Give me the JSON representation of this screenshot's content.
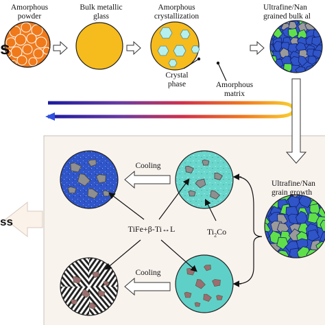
{
  "stages_top": [
    {
      "label_line1": "Amorphous",
      "label_line2": "powder"
    },
    {
      "label_line1": "Bulk metallic",
      "label_line2": "glass"
    },
    {
      "label_line1": "Amorphous",
      "label_line2": "crystallization"
    },
    {
      "label_line1": "Ultrafine/Nan",
      "label_line2": "grained bulk al"
    }
  ],
  "edge_left_top": "s",
  "edge_left_bottom": "ss",
  "annotations": {
    "crystal_phase_1": "Crystal",
    "crystal_phase_2": "phase",
    "amorphous_matrix_1": "Amorphous",
    "amorphous_matrix_2": "matrix",
    "grain_growth_1": "Ultrafine/Nan",
    "grain_growth_2": "grain growth",
    "cooling_top": "Cooling",
    "cooling_bottom": "Cooling",
    "reaction": "TiFe+β-Ti↔L",
    "ti2co_main": "Ti",
    "ti2co_sub": "2",
    "ti2co_end": "Co"
  },
  "colors": {
    "powder": "#f07a1a",
    "glass": "#f6bb1c",
    "crystal": "#b5f0ee",
    "grain_blue": "#2f55c8",
    "grain_green": "#5fe04a",
    "grain_gray": "#9a9a9a",
    "teal_matrix": "#5fd0c8",
    "precipitate": "#9a6e72",
    "panel_bg": "#f9f3ee"
  }
}
